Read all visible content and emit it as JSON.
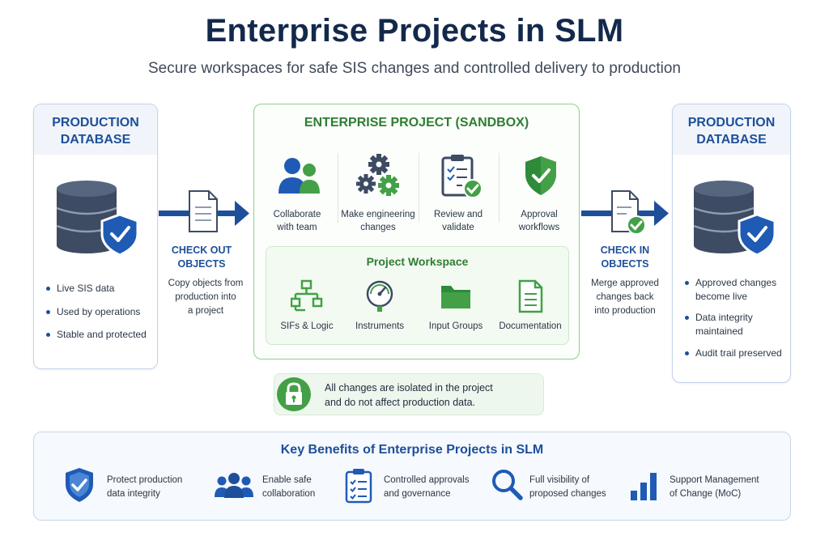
{
  "header": {
    "title": "Enterprise Projects in SLM",
    "subtitle": "Secure workspaces for safe SIS changes and controlled delivery to production"
  },
  "left_db": {
    "title_line1": "PRODUCTION",
    "title_line2": "DATABASE",
    "bullets": [
      "Live SIS data",
      "Used by operations",
      "Stable and protected"
    ]
  },
  "checkout": {
    "label_line1": "CHECK OUT",
    "label_line2": "OBJECTS",
    "desc_line1": "Copy objects from",
    "desc_line2": "production into",
    "desc_line3": "a project"
  },
  "sandbox": {
    "title": "ENTERPRISE PROJECT (SANDBOX)",
    "steps": [
      {
        "line1": "Collaborate",
        "line2": "with team",
        "icon": "team-icon"
      },
      {
        "line1": "Make engineering",
        "line2": "changes",
        "icon": "gears-icon"
      },
      {
        "line1": "Review and",
        "line2": "validate",
        "icon": "clipboard-check-icon"
      },
      {
        "line1": "Approval",
        "line2": "workflows",
        "icon": "shield-check-icon"
      }
    ],
    "workspace": {
      "title": "Project Workspace",
      "items": [
        {
          "label": "SIFs & Logic",
          "icon": "hierarchy-icon"
        },
        {
          "label": "Instruments",
          "icon": "gauge-icon"
        },
        {
          "label": "Input Groups",
          "icon": "folder-icon"
        },
        {
          "label": "Documentation",
          "icon": "document-icon"
        }
      ]
    }
  },
  "isolation": {
    "line1": "All changes are isolated in the project",
    "line2": "and do not affect production data."
  },
  "checkin": {
    "label_line1": "CHECK IN",
    "label_line2": "OBJECTS",
    "desc_line1": "Merge approved",
    "desc_line2": "changes back",
    "desc_line3": "into production"
  },
  "right_db": {
    "title_line1": "PRODUCTION",
    "title_line2": "DATABASE",
    "bullets": [
      {
        "line1": "Approved changes",
        "line2": "become live"
      },
      {
        "line1": "Data integrity",
        "line2": "maintained"
      },
      {
        "line1": "Audit trail preserved",
        "line2": ""
      }
    ]
  },
  "benefits": {
    "title": "Key Benefits of Enterprise Projects in SLM",
    "items": [
      {
        "line1": "Protect production",
        "line2": "data integrity",
        "icon": "shield-check-icon"
      },
      {
        "line1": "Enable safe",
        "line2": "collaboration",
        "icon": "people-icon"
      },
      {
        "line1": "Controlled approvals",
        "line2": "and governance",
        "icon": "checklist-icon"
      },
      {
        "line1": "Full visibility of",
        "line2": "proposed changes",
        "icon": "magnifier-icon"
      },
      {
        "line1": "Support Management",
        "line2": "of Change (MoC)",
        "icon": "bar-chart-icon"
      }
    ]
  },
  "colors": {
    "navy": "#13294b",
    "blue": "#1d4f9a",
    "green": "#2f7d32",
    "db_gray": "#3d4b63"
  }
}
